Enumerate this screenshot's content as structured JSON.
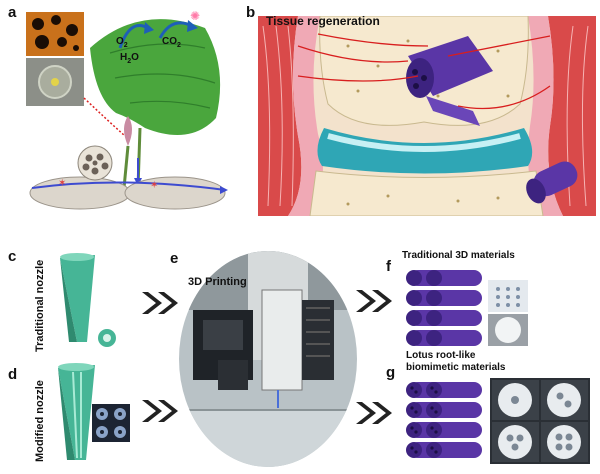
{
  "panels": {
    "a": {
      "letter": "a",
      "o2": "O",
      "o2_sub": "2",
      "h2o_h": "H",
      "h2o_sub": "2",
      "h2o_o": "O",
      "co2": "CO",
      "co2_sub": "2"
    },
    "b": {
      "letter": "b",
      "title": "Tissue regeneration"
    },
    "c": {
      "letter": "c",
      "caption": "Traditional nozzle"
    },
    "d": {
      "letter": "d",
      "caption": "Modified nozzle"
    },
    "e": {
      "letter": "e",
      "caption": "3D Printing"
    },
    "f": {
      "letter": "f",
      "caption": "Traditional 3D materials"
    },
    "g": {
      "letter": "g",
      "caption_line1": "Lotus root-like",
      "caption_line2": "biomimetic materials"
    }
  },
  "colors": {
    "nozzle": "#46b596",
    "scaffold": "#4b2f8f",
    "tissue_red": "#d23a3a",
    "cartilage": "#2fa6b5",
    "leaf": "#3f9e3a"
  }
}
